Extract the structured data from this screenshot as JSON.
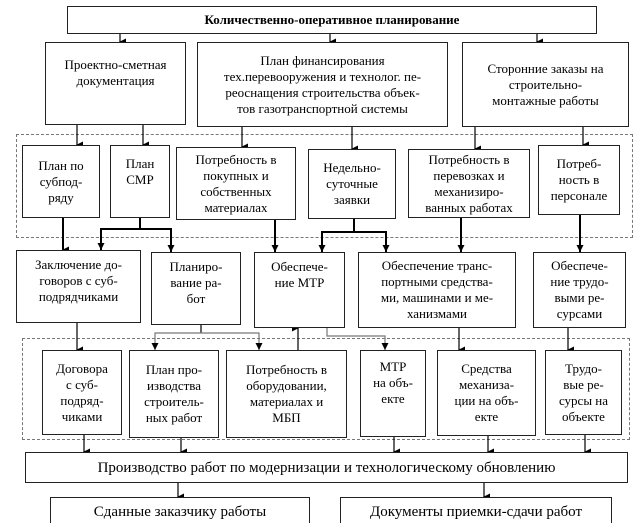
{
  "title": "Количественно-оперативное планирование",
  "level1": [
    "Проектно-сметная\nдокументация",
    "План финансирования\nтех.перевооружения и технолог. пе-\nреоснащения строительства объек-\nтов газотранспортной системы",
    "Сторонние заказы на\nстроительно-\nмонтажные работы"
  ],
  "level2": [
    "План по\nсубпод-\nряду",
    "План\nСМР",
    "Потребность в\nпокупных и\nсобственных\nматериалах",
    "Недельно-\nсуточные\nзаявки",
    "Потребность в\nперевозках и\nмеханизиро-\nванных работах",
    "Потреб-\nность в\nперсонале"
  ],
  "level3": [
    "Заключение до-\nговоров с суб-\nподрядчиками",
    "Планиро-\nвание ра-\nбот",
    "Обеспече-\nние МТР",
    "Обеспечение транс-\nпортными средства-\nми, машинами и ме-\nханизмами",
    "Обеспече-\nние трудо-\nвыми ре-\nсурсами"
  ],
  "level4": [
    "Договора\nс суб-\nподряд-\nчиками",
    "План про-\nизводства\nстроитель-\nных работ",
    "Потребность в\nоборудовании,\nматериалах и\nМБП",
    "МТР\nна объ-\nекте",
    "Средства\nмеханиза-\nции на объ-\nекте",
    "Трудо-\nвые ре-\nсурсы на\nобъекте"
  ],
  "production": "Производство работ по  модернизации и технологическому обновлению",
  "outputs": [
    "Сданные заказчику работы",
    "Документы приемки-сдачи работ"
  ]
}
